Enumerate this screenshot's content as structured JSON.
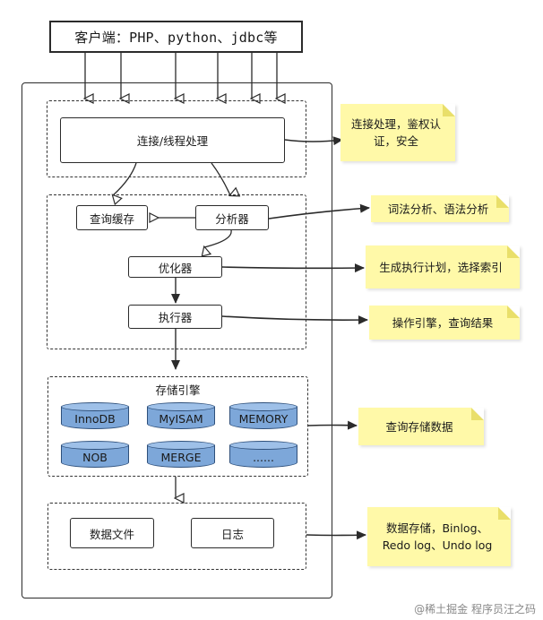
{
  "client": {
    "label": "客户端：PHP、python、jdbc等"
  },
  "layers": {
    "connection": {
      "label": "连接/线程处理"
    },
    "query_cache": {
      "label": "查询缓存"
    },
    "parser": {
      "label": "分析器"
    },
    "optimizer": {
      "label": "优化器"
    },
    "executor": {
      "label": "执行器"
    },
    "storage_engine": {
      "title": "存储引擎",
      "engines": [
        "InnoDB",
        "MyISAM",
        "MEMORY",
        "NOB",
        "MERGE",
        "......"
      ]
    },
    "data_file": {
      "label": "数据文件"
    },
    "log": {
      "label": "日志"
    }
  },
  "notes": {
    "connection": "连接处理，鉴权认证，安全",
    "parser": "词法分析、语法分析",
    "optimizer": "生成执行计划，选择索引",
    "executor": "操作引擎，查询结果",
    "storage": "查询存储数据",
    "files": "数据存储，Binlog、Redo log、Undo log"
  },
  "colors": {
    "note_fill": "#fff9a8",
    "cylinder_fill": "#7da7d9",
    "cylinder_stroke": "#2e4f7a",
    "line": "#2b2b2b"
  },
  "watermark": "@稀土掘金 程序员汪之码"
}
